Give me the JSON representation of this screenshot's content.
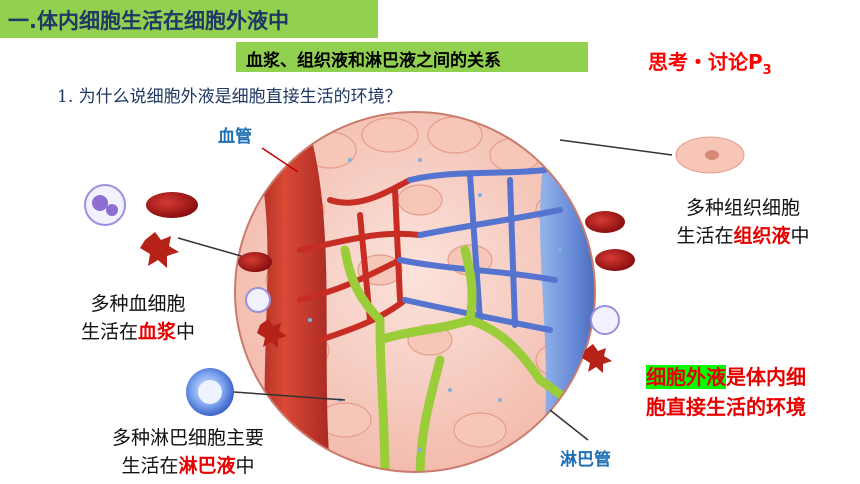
{
  "header": {
    "title": "一.体内细胞生活在细胞外液中"
  },
  "subtitle": "血浆、组织液和淋巴液之间的关系",
  "think": {
    "text": "思考・讨论",
    "page_prefix": "P",
    "page_num": "3"
  },
  "question": "1. 为什么说细胞外液是细胞直接生活的环境？",
  "labels": {
    "blood_vessel": "血管",
    "lymph_vessel": "淋巴管"
  },
  "captions": {
    "tissue": {
      "line1": "多种组织细胞",
      "line2_prefix": "生活在",
      "line2_red": "组织液",
      "line2_suffix": "中"
    },
    "blood": {
      "line1": "多种血细胞",
      "line2_prefix": "生活在",
      "line2_red": "血浆",
      "line2_suffix": "中"
    },
    "lymph": {
      "line1": "多种淋巴细胞主要",
      "line2_prefix": "生活在",
      "line2_red": "淋巴液",
      "line2_suffix": "中"
    }
  },
  "conclusion": {
    "highlight": "细胞外液",
    "rest1": "是体内细",
    "line2": "胞直接生活的环境"
  },
  "colors": {
    "title_bg": "#92d050",
    "accent_red": "#e60000",
    "text_blue": "#1f6fb5",
    "highlight_green": "#00ff00"
  }
}
